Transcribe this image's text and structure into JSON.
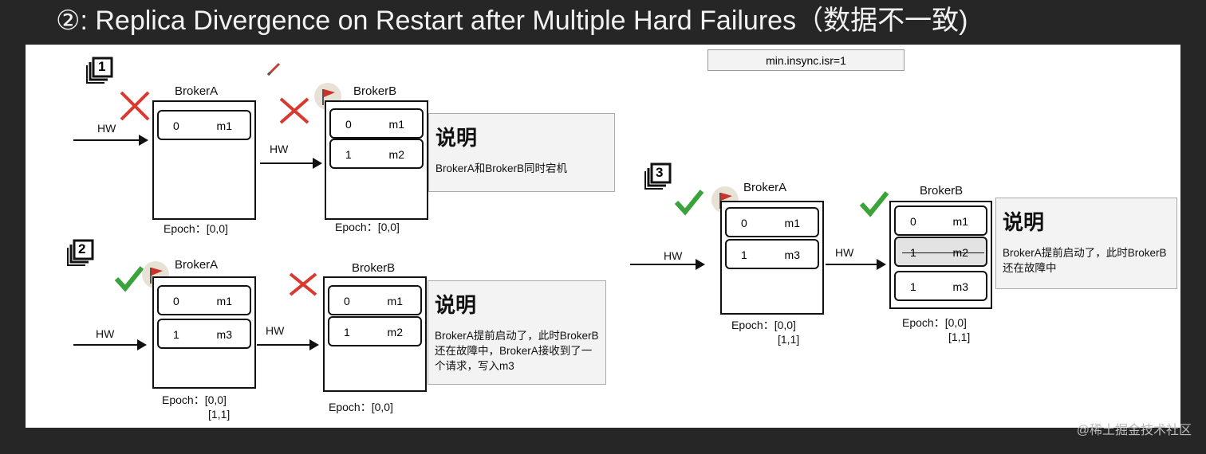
{
  "title": "②: Replica Divergence on Restart after Multiple Hard Failures（数据不一致)",
  "config": {
    "isr": "min.insync.isr=1"
  },
  "hw_label": "HW",
  "note_title": "说明",
  "steps": [
    {
      "number": "1",
      "brokerA": {
        "name": "BrokerA",
        "status": "down",
        "rows": [
          {
            "offset": "0",
            "msg": "m1"
          }
        ],
        "epoch": [
          "Epoch：[0,0]"
        ]
      },
      "brokerB": {
        "name": "BrokerB",
        "status": "down",
        "leader": true,
        "rows": [
          {
            "offset": "0",
            "msg": "m1"
          },
          {
            "offset": "1",
            "msg": "m2"
          }
        ],
        "epoch": [
          "Epoch：[0,0]"
        ]
      },
      "note": "BrokerA和BrokerB同时宕机"
    },
    {
      "number": "2",
      "brokerA": {
        "name": "BrokerA",
        "status": "up",
        "leader": true,
        "rows": [
          {
            "offset": "0",
            "msg": "m1"
          },
          {
            "offset": "1",
            "msg": "m3"
          }
        ],
        "epoch": [
          "Epoch：[0,0]",
          "[1,1]"
        ]
      },
      "brokerB": {
        "name": "BrokerB",
        "status": "down",
        "rows": [
          {
            "offset": "0",
            "msg": "m1"
          },
          {
            "offset": "1",
            "msg": "m2"
          }
        ],
        "epoch": [
          "Epoch：[0,0]"
        ]
      },
      "note": "BrokerA提前启动了，此时BrokerB还在故障中，BrokerA接收到了一个请求，写入m3"
    },
    {
      "number": "3",
      "brokerA": {
        "name": "BrokerA",
        "status": "up",
        "leader": true,
        "rows": [
          {
            "offset": "0",
            "msg": "m1"
          },
          {
            "offset": "1",
            "msg": "m3"
          }
        ],
        "epoch": [
          "Epoch：[0,0]",
          "[1,1]"
        ]
      },
      "brokerB": {
        "name": "BrokerB",
        "status": "up",
        "rows": [
          {
            "offset": "0",
            "msg": "m1"
          },
          {
            "offset": "1",
            "msg": "m2",
            "truncated": true
          },
          {
            "offset": "1",
            "msg": "m3"
          }
        ],
        "epoch": [
          "Epoch：[0,0]",
          "[1,1]"
        ]
      },
      "note": "BrokerA提前启动了，此时BrokerB还在故障中"
    }
  ],
  "watermark": "@稀土掘金技术社区",
  "colors": {
    "down": "#d93a2f",
    "up": "#3aa33a",
    "flag": "#c8342a"
  }
}
